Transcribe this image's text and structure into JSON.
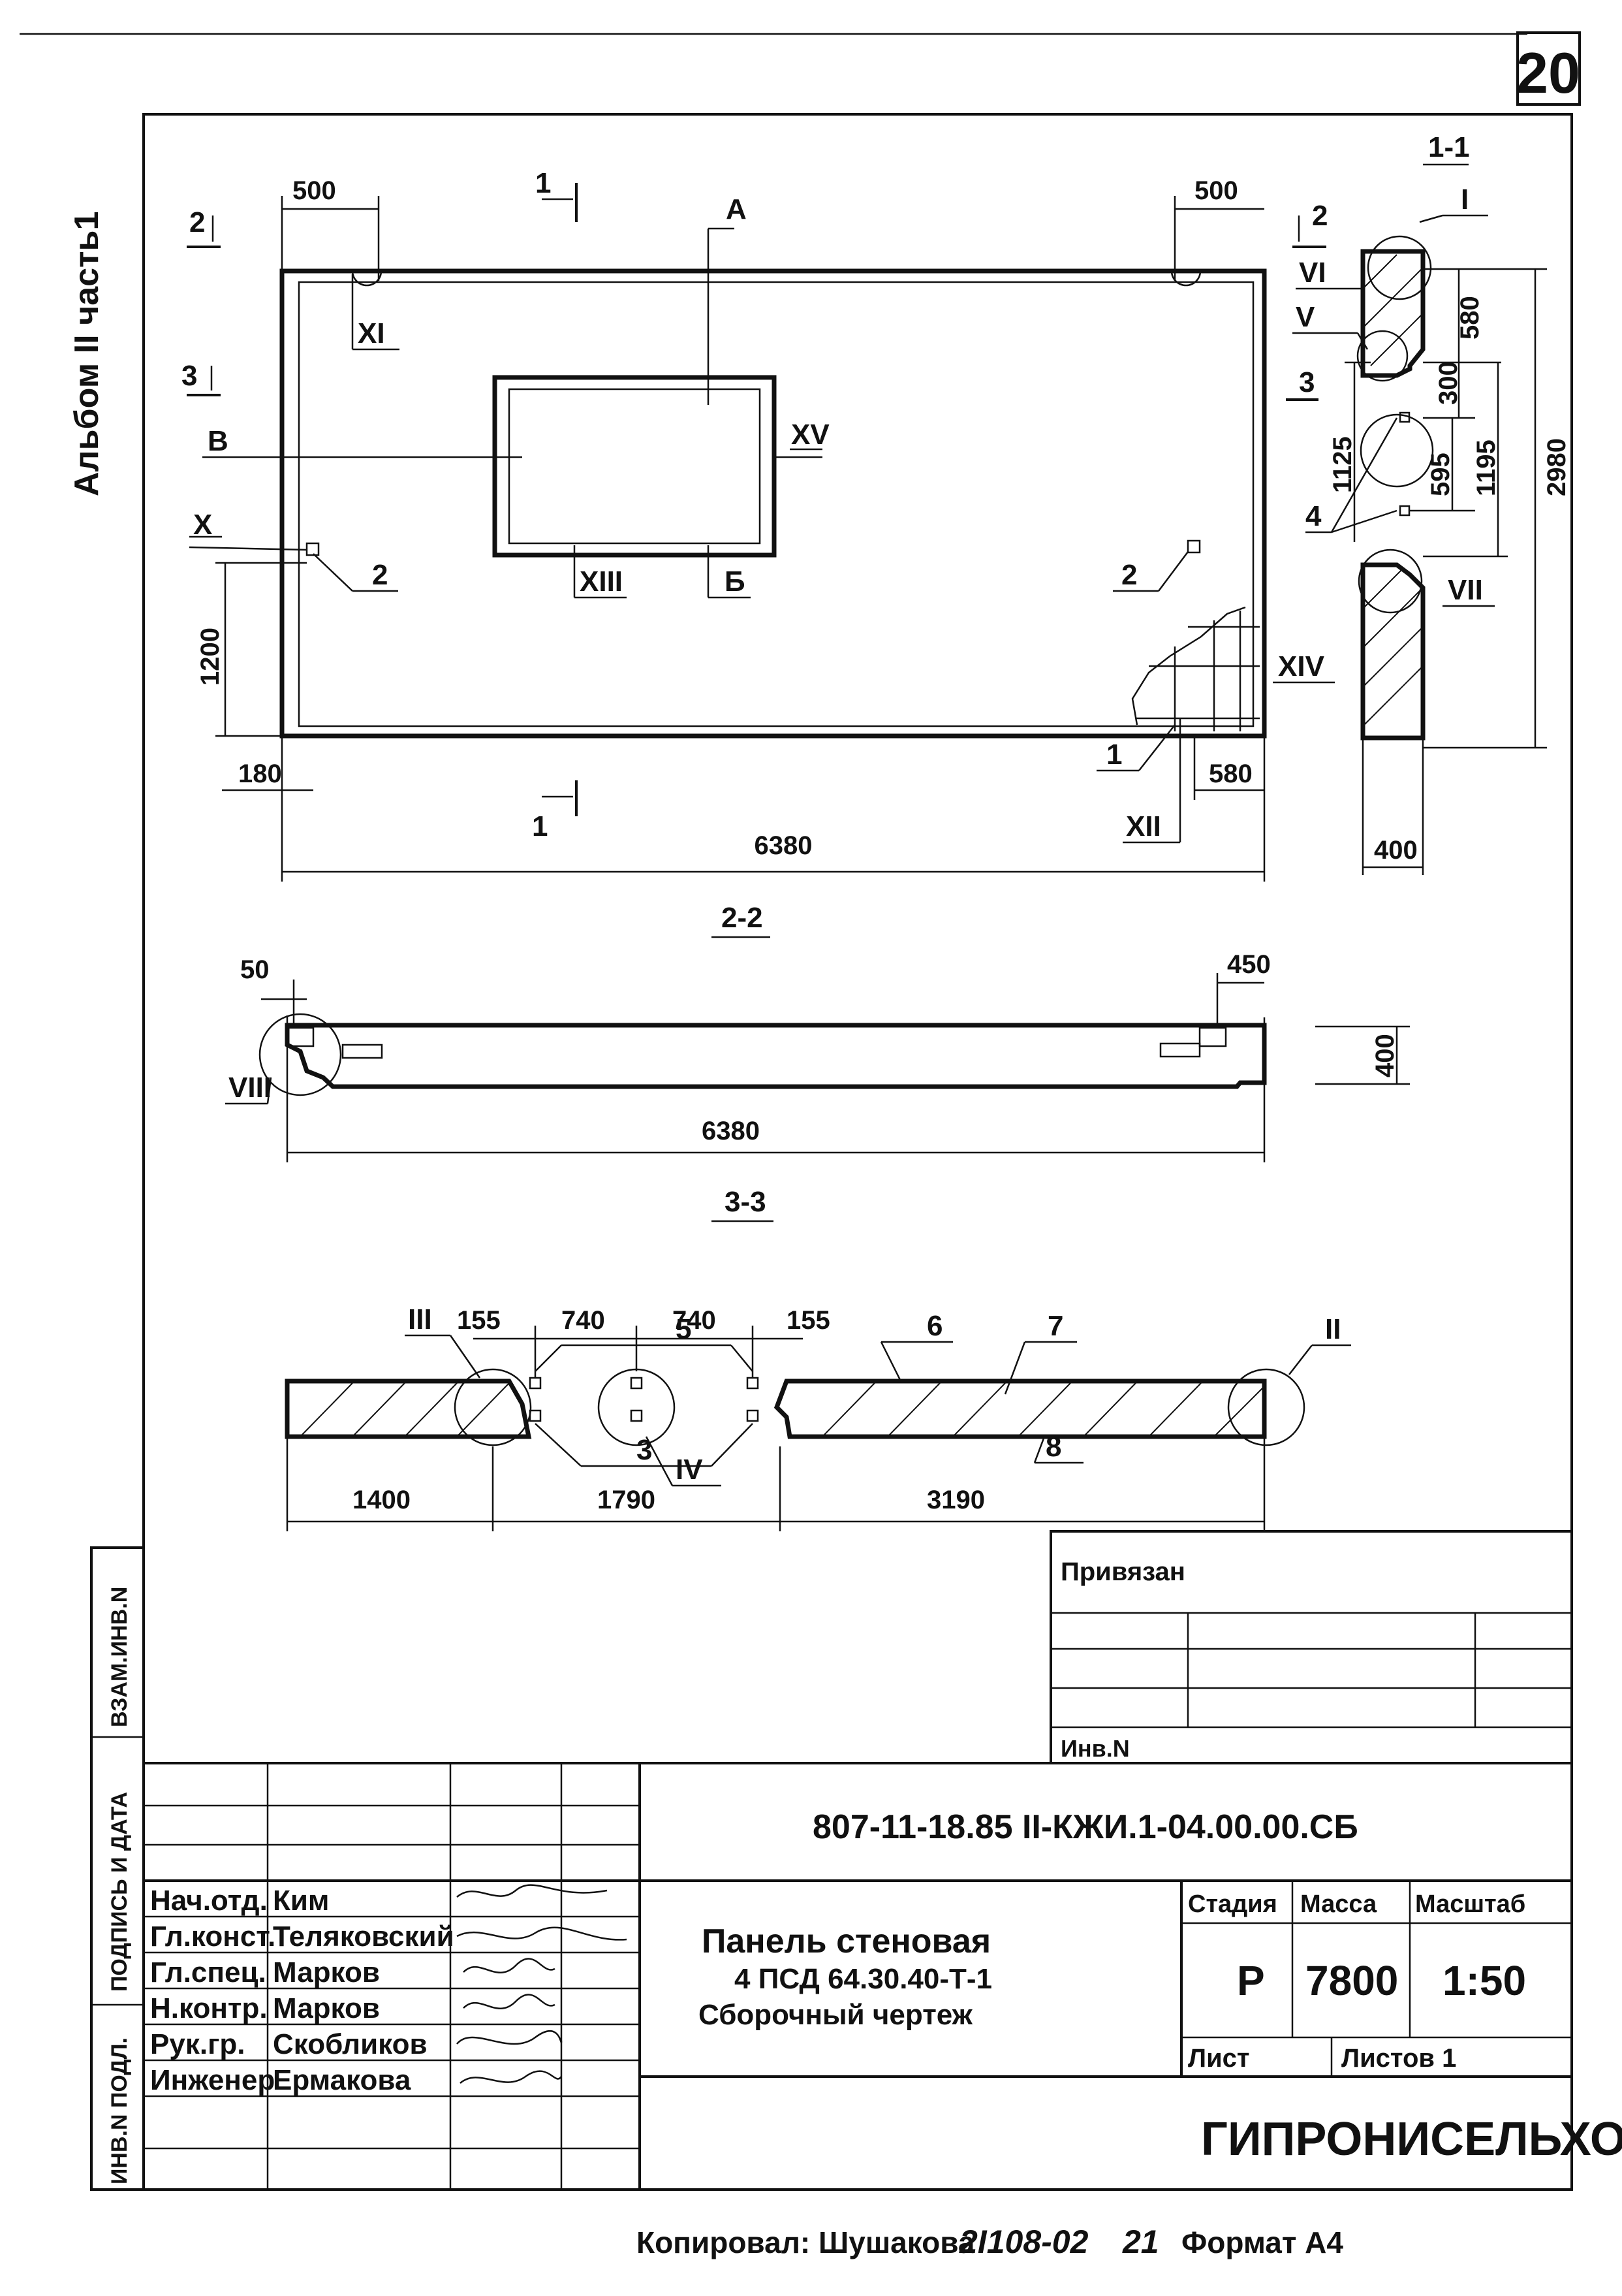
{
  "sheet": {
    "number": "20",
    "album": "Альбом II часть1",
    "side_labels": [
      "ИНВ.N ПОДЛ.",
      "ПОДПИСЬ И ДАТА",
      "ВЗАМ.ИНВ.N"
    ]
  },
  "view_front": {
    "section_mark_1": "1",
    "section_mark_2": "2",
    "section_mark_3": "3",
    "dims": {
      "left_500": "500",
      "right_500": "500",
      "h1200": "1200",
      "w180": "180",
      "w580": "580",
      "total": "6380"
    },
    "callouts": {
      "A": "A",
      "B_cyr": "В",
      "Bb": "Б",
      "XI": "XI",
      "XV": "XV",
      "X": "X",
      "XIII": "XIII",
      "XII": "XII",
      "XIV": "XIV",
      "n2a": "2",
      "n2b": "2",
      "n1": "1"
    }
  },
  "section_1_1": {
    "title": "1-1",
    "callouts": {
      "I": "I",
      "VI": "VI",
      "V": "V",
      "VII": "VII",
      "n4": "4"
    },
    "dims": {
      "d580": "580",
      "d300": "300",
      "d595": "595",
      "d1195": "1195",
      "d2980": "2980",
      "d1125": "1125",
      "d400": "400"
    }
  },
  "section_2_2": {
    "title": "2-2",
    "callouts": {
      "VIII": "VIII"
    },
    "dims": {
      "d50": "50",
      "d450": "450",
      "d400": "400",
      "total": "6380"
    }
  },
  "section_3_3": {
    "title": "3-3",
    "callouts": {
      "III": "III",
      "II": "II",
      "IV": "IV",
      "n3": "3",
      "n5": "5",
      "n6": "6",
      "n7": "7",
      "n8": "8"
    },
    "dims": {
      "d155a": "155",
      "d740a": "740",
      "d740b": "740",
      "d155b": "155",
      "d1400": "1400",
      "d1790": "1790",
      "d3190": "3190"
    }
  },
  "title_block": {
    "privyazan": "Привязан",
    "inv_n": "Инв.N",
    "doc_code": "807-11-18.85 II-КЖИ.1-04.00.00.СБ",
    "roles": [
      {
        "role": "Нач.отд.",
        "name": "Ким"
      },
      {
        "role": "Гл.конст.",
        "name": "Теляковский"
      },
      {
        "role": "Гл.спец.",
        "name": "Марков"
      },
      {
        "role": "Н.контр.",
        "name": "Марков"
      },
      {
        "role": "Рук.гр.",
        "name": "Скобликов"
      },
      {
        "role": "Инженер",
        "name": "Ермакова"
      }
    ],
    "title_lines": [
      "Панель стеновая",
      "4 ПСД 64.30.40-Т-1",
      "Сборочный чертеж"
    ],
    "stage_label": "Стадия",
    "mass_label": "Масса",
    "scale_label": "Масштаб",
    "stage": "Р",
    "mass": "7800",
    "scale": "1:50",
    "sheet_label": "Лист",
    "sheets_label": "Листов 1",
    "org": "ГИПРОНИСЕЛЬХОЗ"
  },
  "footer": {
    "copied": "Копировал: Шушакова",
    "number": "2I108-02",
    "num21": "21",
    "format": "Формат А4"
  }
}
